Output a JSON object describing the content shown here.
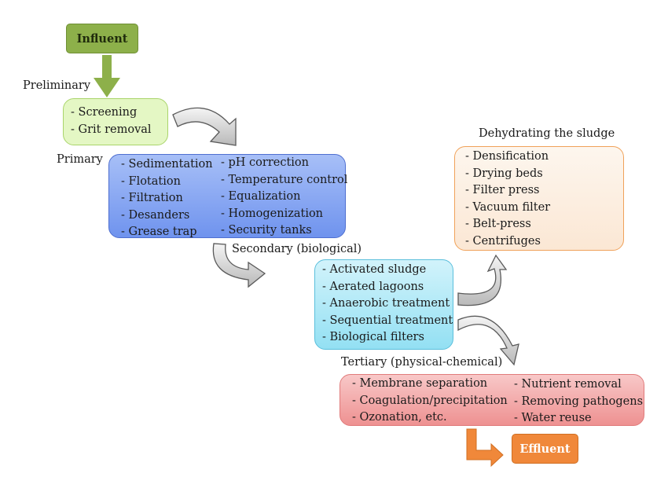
{
  "influent": "Influent",
  "effluent": "Effluent",
  "stages": {
    "preliminary": {
      "label": "Preliminary",
      "items": [
        "- Screening",
        "- Grit removal"
      ]
    },
    "primary": {
      "label": "Primary",
      "items_left": [
        "- Sedimentation",
        "- Flotation",
        "- Filtration",
        "- Desanders",
        "- Grease trap"
      ],
      "items_right": [
        "- pH correction",
        "- Temperature control",
        "- Equalization",
        "- Homogenization",
        "- Security tanks"
      ]
    },
    "secondary": {
      "label": "Secondary (biological)",
      "items": [
        "- Activated sludge",
        "- Aerated lagoons",
        "- Anaerobic treatment",
        "- Sequential treatment",
        "- Biological filters"
      ]
    },
    "sludge": {
      "label": "Dehydrating the sludge",
      "items": [
        "- Densification",
        "- Drying beds",
        "- Filter press",
        "- Vacuum filter",
        "- Belt-press",
        "- Centrifuges"
      ]
    },
    "tertiary": {
      "label": "Tertiary (physical-chemical)",
      "items_left": [
        "- Membrane separation",
        "- Coagulation/precipitation",
        "- Ozonation, etc."
      ],
      "items_right": [
        "- Nutrient removal",
        "- Removing pathogens",
        "- Water reuse"
      ]
    }
  },
  "colors": {
    "influent_fill": "#8db04a",
    "preliminary_fill": "#e4f7c4",
    "primary_fill": "#7b9df0",
    "secondary_fill": "#a8e6f5",
    "sludge_fill": "#fdf0e3",
    "tertiary_fill": "#f1a0a0",
    "effluent_fill": "#f0883a"
  }
}
